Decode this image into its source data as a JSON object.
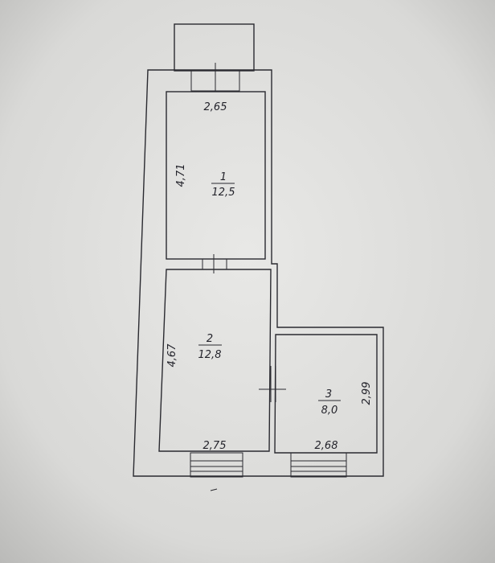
{
  "rooms": [
    {
      "number": "1",
      "area": "12,5",
      "width": "2,65",
      "length": "4,71"
    },
    {
      "number": "2",
      "area": "12,8",
      "width": "2,75",
      "length": "4,67"
    },
    {
      "number": "3",
      "area": "8,0",
      "width": "2,68",
      "length": "2,99"
    }
  ],
  "colors": {
    "paper": "#dcdcda",
    "ink": "#2a2a30"
  }
}
